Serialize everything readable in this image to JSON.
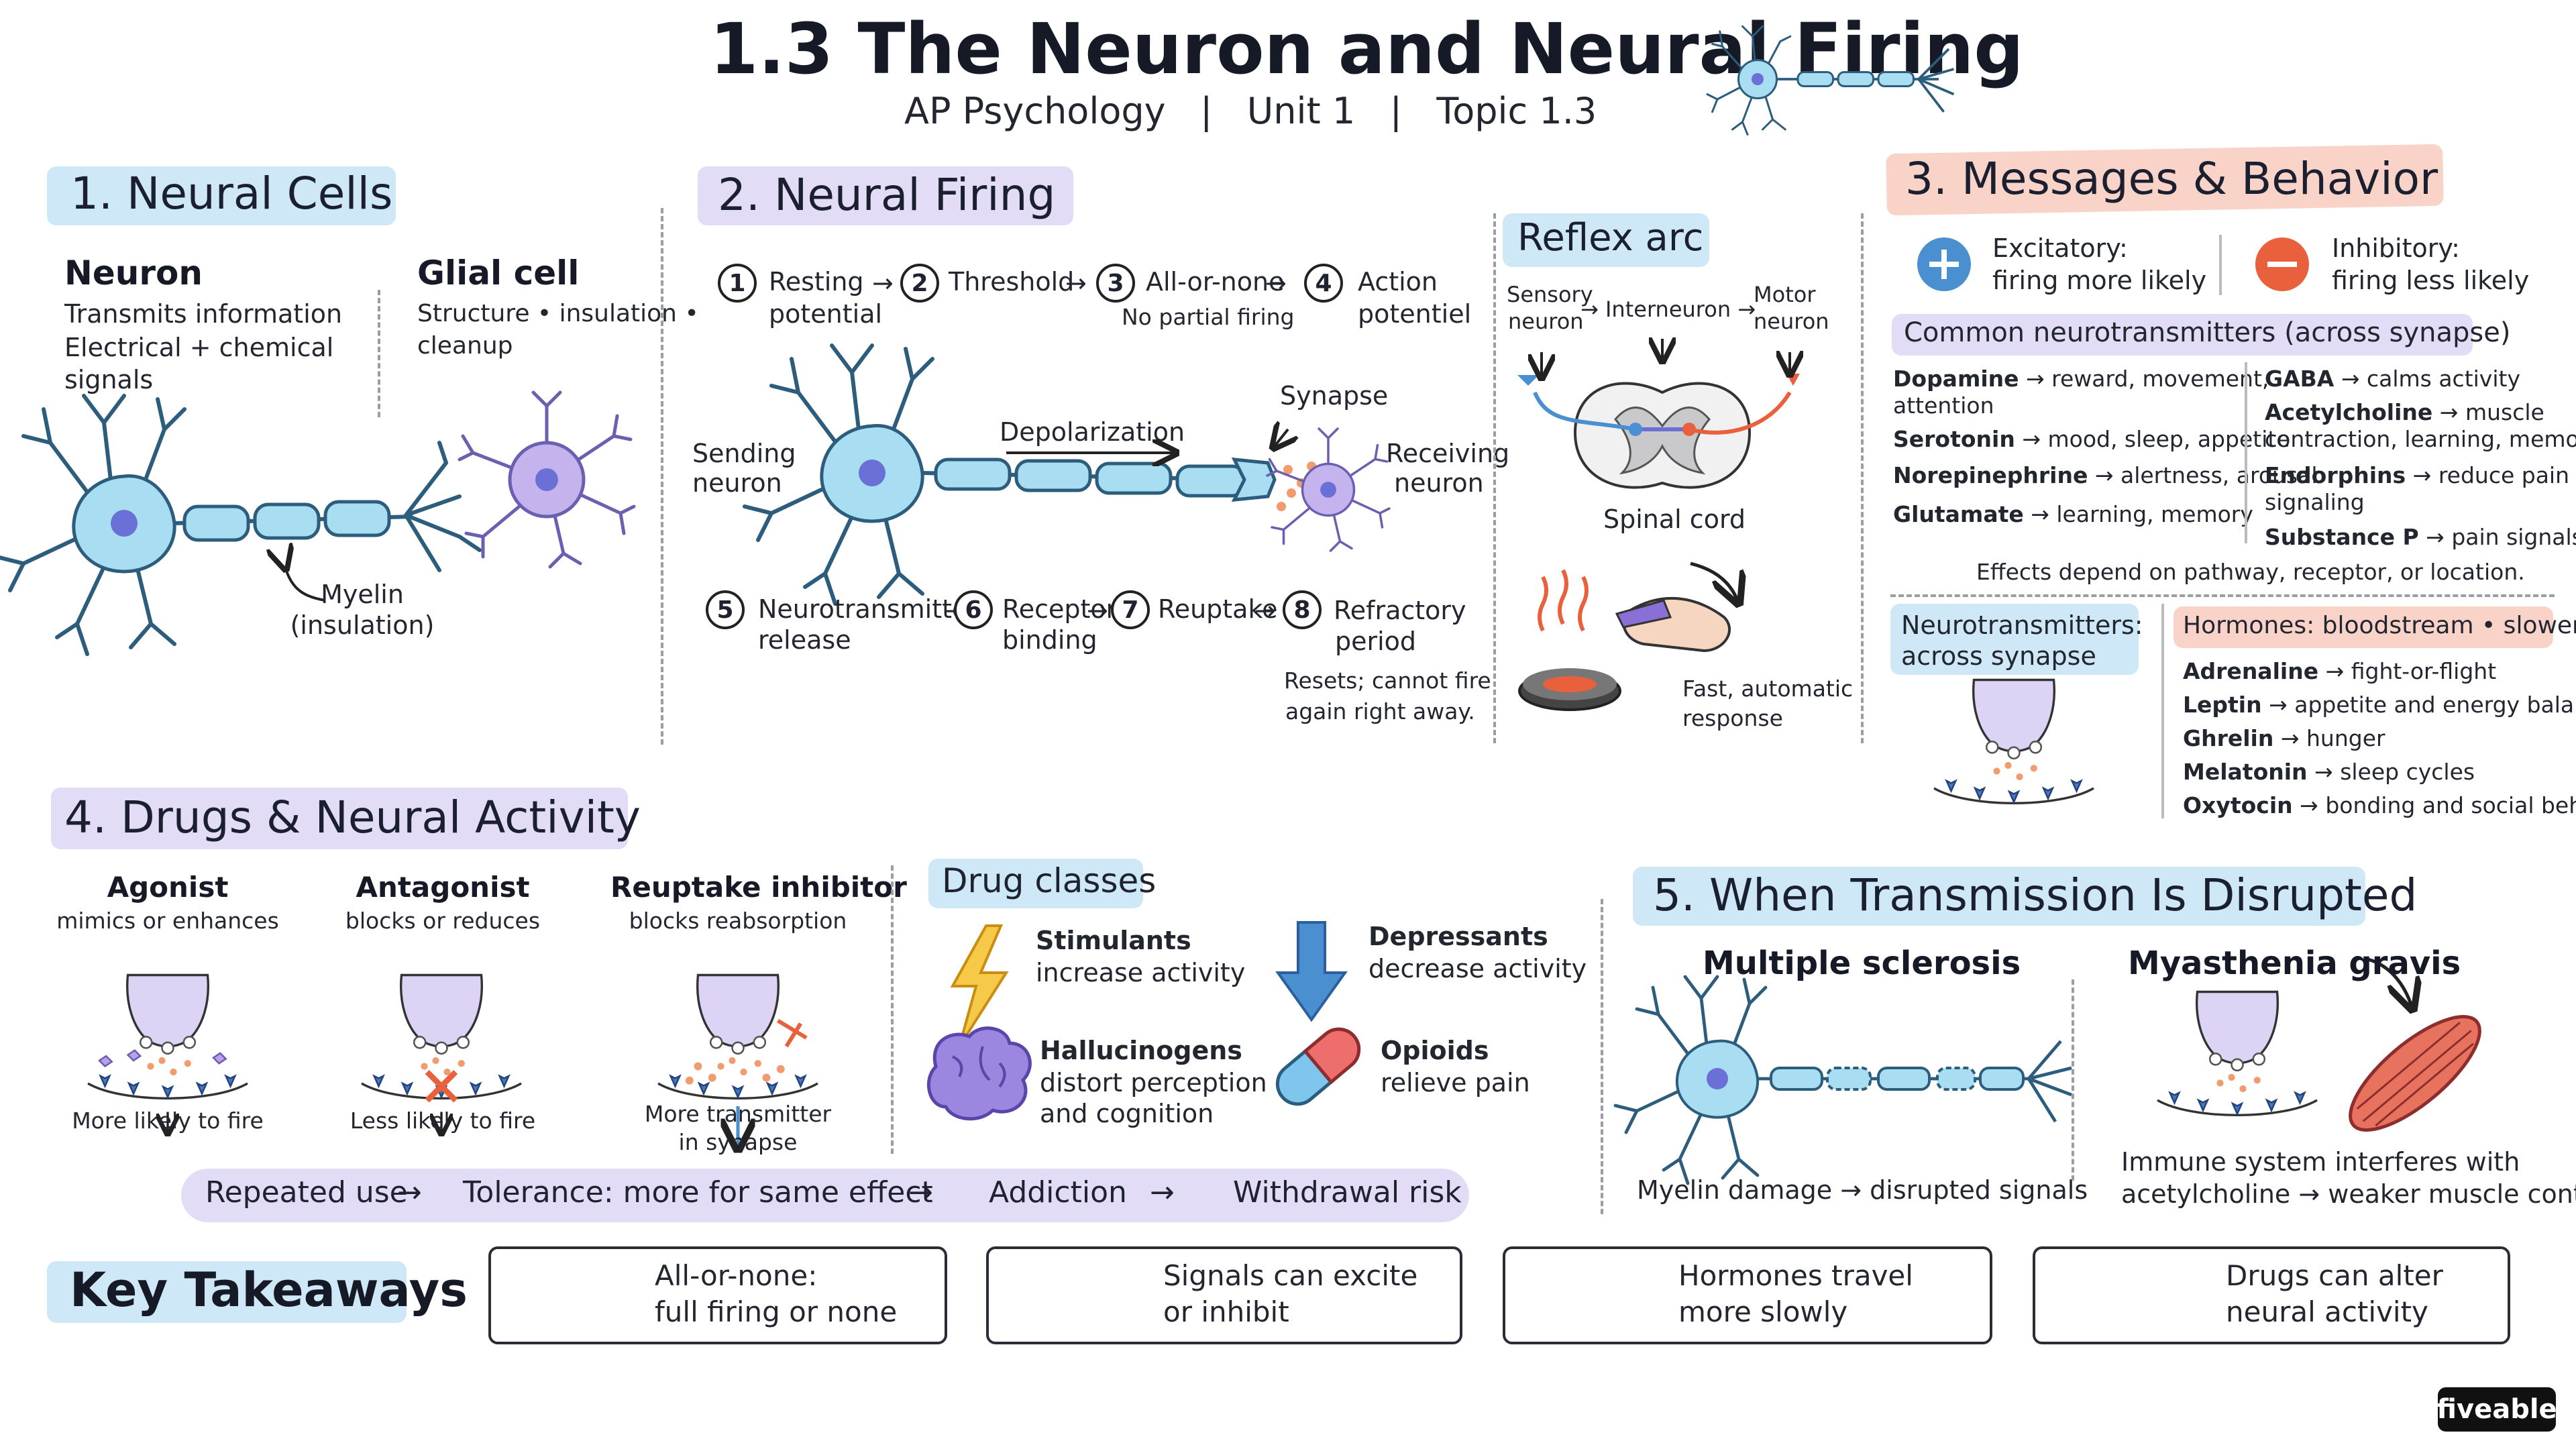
{
  "header": {
    "title": "1.3 The Neuron and Neural Firing",
    "subtitle": "AP Psychology   |   Unit 1   |   Topic 1.3"
  },
  "s1": {
    "title": "1.  Neural Cells",
    "neuron_title": "Neuron",
    "neuron_lines": [
      "Transmits information",
      "Electrical + chemical",
      "signals"
    ],
    "glial_title": "Glial cell",
    "glial_lines": [
      "Structure • insulation •",
      "cleanup"
    ],
    "myelin": [
      "Myelin",
      "(insulation)"
    ]
  },
  "s2": {
    "title": "2.  Neural Firing",
    "steps_top": [
      {
        "n": "1",
        "label": [
          "Resting",
          "potential"
        ]
      },
      {
        "n": "2",
        "label": [
          "Threshold"
        ]
      },
      {
        "n": "3",
        "label": [
          "All-or-none"
        ],
        "sub": "No partial firing"
      },
      {
        "n": "4",
        "label": [
          "Action",
          "potentiel"
        ]
      }
    ],
    "sending": [
      "Sending",
      "neuron"
    ],
    "receiving": [
      "Receiving",
      "neuron"
    ],
    "depolarization": "Depolarization",
    "synapse": "Synapse",
    "steps_bottom": [
      {
        "n": "5",
        "label": [
          "Neurotransmitter",
          "release"
        ]
      },
      {
        "n": "6",
        "label": [
          "Receptor",
          "binding"
        ]
      },
      {
        "n": "7",
        "label": [
          "Reuptake"
        ]
      },
      {
        "n": "8",
        "label": [
          "Refractory",
          "period"
        ]
      }
    ],
    "refractory_note": [
      "Resets; cannot fire",
      "again right away."
    ]
  },
  "reflex": {
    "title": "Reflex arc",
    "sensory": [
      "Sensory",
      "neuron"
    ],
    "interneuron": "Interneuron",
    "motor": [
      "Motor",
      "neuron"
    ],
    "spinal": "Spinal cord",
    "response": [
      "Fast, automatic",
      "response"
    ]
  },
  "s3": {
    "title": "3.  Messages & Behavior",
    "excitatory_title": "Excitatory:",
    "excitatory_sub": "firing more likely",
    "inhibitory_title": "Inhibitory:",
    "inhibitory_sub": "firing less likely",
    "common_title": "Common neurotransmitters (across synapse)",
    "left_list": [
      {
        "name": "Dopamine",
        "desc": "reward, movement,",
        "desc2": "attention"
      },
      {
        "name": "Serotonin",
        "desc": "mood, sleep, appetite"
      },
      {
        "name": "Norepinephrine",
        "desc": "alertness, arousal"
      },
      {
        "name": "Glutamate",
        "desc": "learning, memory"
      }
    ],
    "right_list": [
      {
        "name": "GABA",
        "desc": "calms activity"
      },
      {
        "name": "Acetylcholine",
        "desc": "muscle",
        "desc2": "contraction, learning, memory"
      },
      {
        "name": "Endorphins",
        "desc": "reduce pain",
        "desc2": "signaling"
      },
      {
        "name": "Substance P",
        "desc": "pain signals"
      }
    ],
    "effects_note": "Effects depend on pathway, receptor, or location.",
    "nt_box": [
      "Neurotransmitters:",
      "across synapse"
    ],
    "hormones_title": "Hormones: bloodstream • slower",
    "hormones": [
      {
        "name": "Adrenaline",
        "desc": "fight-or-flight"
      },
      {
        "name": "Leptin",
        "desc": "appetite and energy balance"
      },
      {
        "name": "Ghrelin",
        "desc": "hunger"
      },
      {
        "name": "Melatonin",
        "desc": "sleep cycles"
      },
      {
        "name": "Oxytocin",
        "desc": "bonding and social behavior"
      }
    ]
  },
  "s4": {
    "title": "4.  Drugs & Neural Activity",
    "agonist": {
      "title": "Agonist",
      "sub": "mimics or enhances",
      "result": "More likely to fire"
    },
    "antagonist": {
      "title": "Antagonist",
      "sub": "blocks or reduces",
      "result": "Less likely to fire"
    },
    "reuptake": {
      "title": "Reuptake inhibitor",
      "sub": "blocks reabsorption",
      "result": [
        "More transmitter",
        "in synapse"
      ]
    },
    "classes_title": "Drug classes",
    "classes": [
      {
        "name": "Stimulants",
        "desc": [
          "increase activity"
        ],
        "icon": "lightning-icon"
      },
      {
        "name": "Depressants",
        "desc": [
          "decrease activity"
        ],
        "icon": "down-arrow-icon"
      },
      {
        "name": "Hallucinogens",
        "desc": [
          "distort perception",
          "and cognition"
        ],
        "icon": "brain-icon"
      },
      {
        "name": "Opioids",
        "desc": [
          "relieve pain"
        ],
        "icon": "pill-icon"
      }
    ],
    "chain": [
      "Repeated use",
      "Tolerance: more for same effect",
      "Addiction",
      "Withdrawal risk"
    ]
  },
  "s5": {
    "title": "5.  When Transmission Is Disrupted",
    "ms_title": "Multiple sclerosis",
    "ms_note": "Myelin damage → disrupted signals",
    "mg_title": "Myasthenia gravis",
    "mg_note": [
      "Immune system interferes with",
      "acetylcholine → weaker muscle control"
    ]
  },
  "takeaways": {
    "title": "Key Takeaways",
    "items": [
      {
        "lines": [
          "All-or-none:",
          "full firing or none"
        ],
        "icon": "neuron-icon"
      },
      {
        "lines": [
          "Signals can excite",
          "or inhibit"
        ],
        "icon": "plus-minus-icon"
      },
      {
        "lines": [
          "Hormones travel",
          "more slowly"
        ],
        "icon": "hourglass-icon"
      },
      {
        "lines": [
          "Drugs can alter",
          "neural activity"
        ],
        "icon": "pill-icon"
      }
    ]
  },
  "brand": "fiveable",
  "colors": {
    "cell": "#a9def2",
    "cell_stroke": "#2c5d7c",
    "nucleus": "#6b70d6",
    "purple": "#c5b3ee",
    "blue_accent": "#4a8fcf",
    "red_accent": "#e8603c"
  }
}
